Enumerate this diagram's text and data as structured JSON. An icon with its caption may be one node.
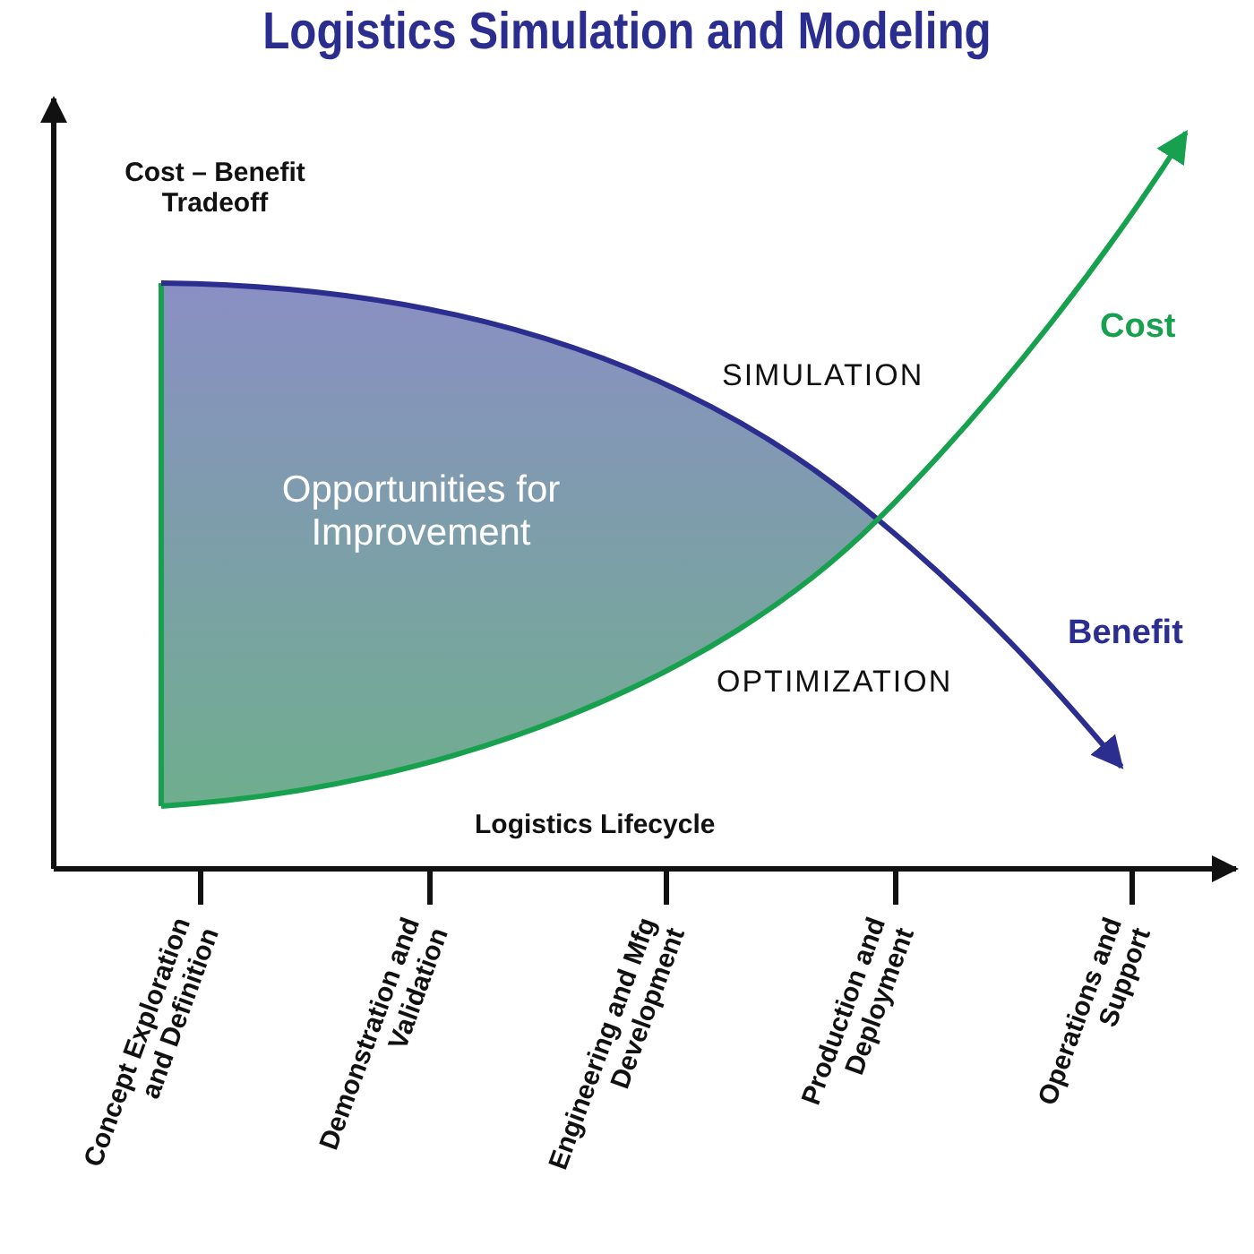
{
  "diagram": {
    "title": "Logistics Simulation and Modeling",
    "labels": [
      "Cost – Benefit Tradeoff",
      "SIMULATION",
      "Cost",
      "Opportunities for Improvement",
      "Benefit",
      "OPTIMIZATION",
      "Logistics Lifecycle",
      "Concept Exploration and Definition",
      "Demonstration and Validation",
      "Engineering and Mfg Development",
      "Production and Deployment",
      "Operations and Support"
    ]
  }
}
